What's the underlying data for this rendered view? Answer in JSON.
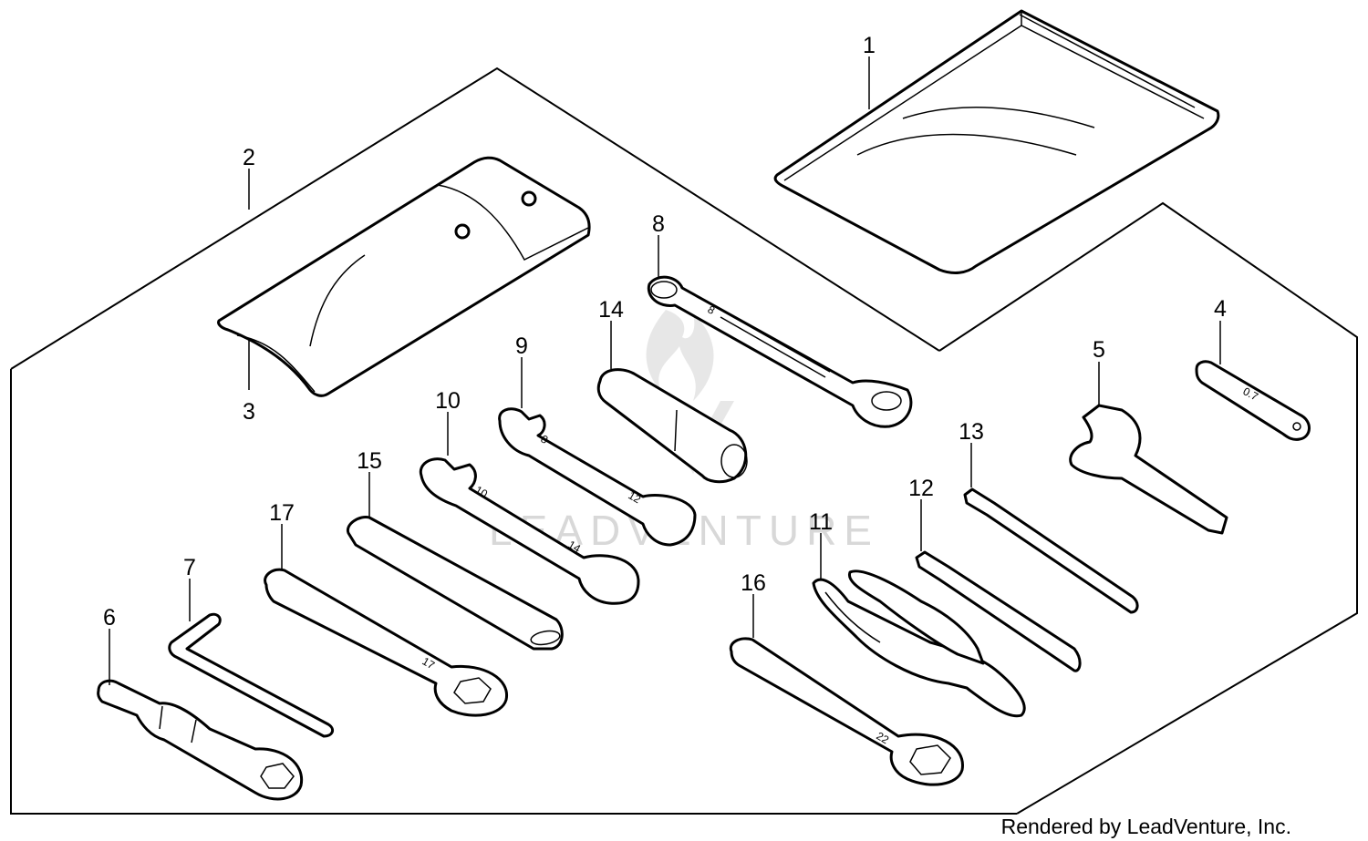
{
  "callouts": {
    "c1": "1",
    "c2": "2",
    "c3": "3",
    "c4": "4",
    "c5": "5",
    "c6": "6",
    "c7": "7",
    "c8": "8",
    "c9": "9",
    "c10": "10",
    "c11": "11",
    "c12": "12",
    "c13": "13",
    "c14": "14",
    "c15": "15",
    "c16": "16",
    "c17": "17"
  },
  "stamps": {
    "wrench8": "8",
    "wrench9_a": "8",
    "wrench9_b": "12",
    "wrench10_a": "10",
    "wrench10_b": "14",
    "wrench17": "17",
    "wrench16": "22",
    "gauge4": "0.7"
  },
  "watermark": "LEADVENTURE",
  "footer": "Rendered by LeadVenture, Inc."
}
